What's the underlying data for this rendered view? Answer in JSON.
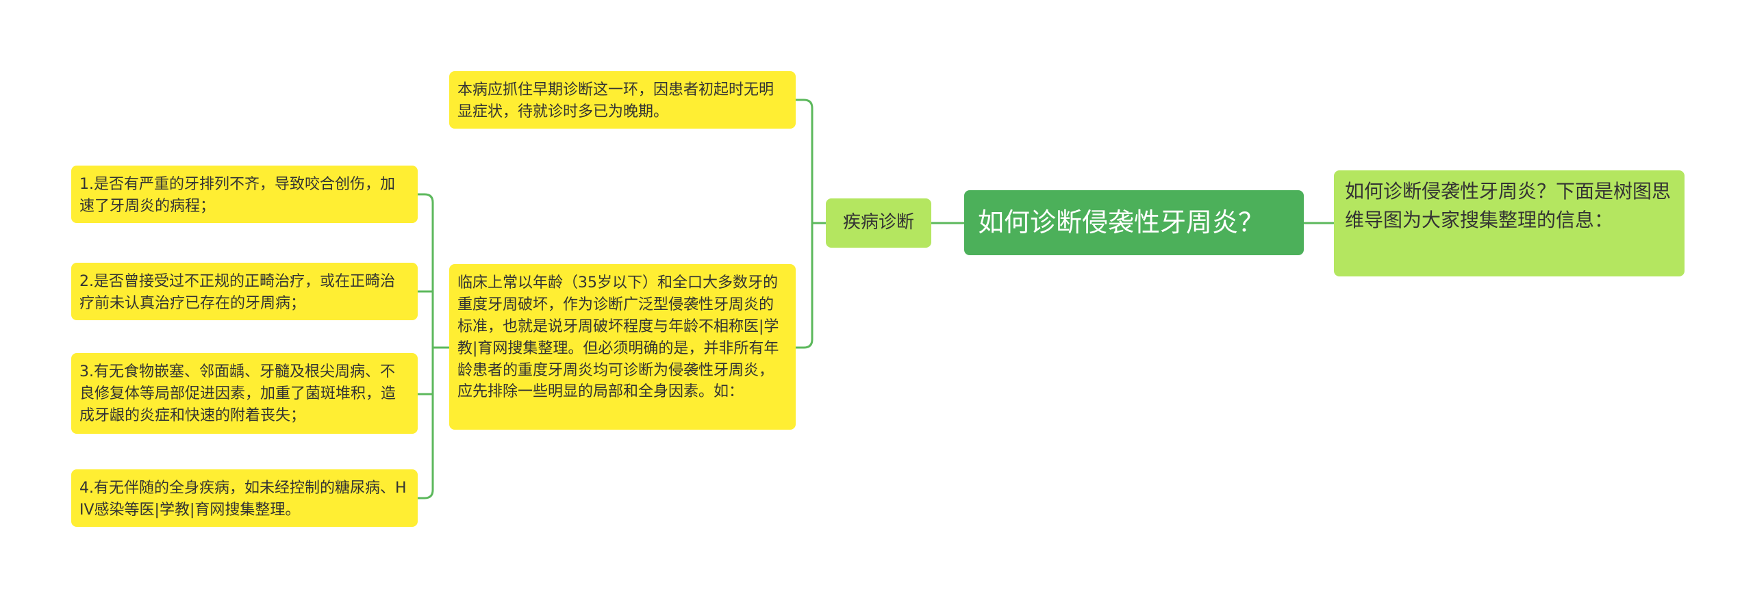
{
  "root": {
    "title": "如何诊断侵袭性牙周炎？"
  },
  "intro": {
    "text": "如何诊断侵袭性牙周炎？下面是树图思维导图为大家搜集整理的信息："
  },
  "branch": {
    "label": "疾病诊断"
  },
  "details": {
    "early": "本病应抓住早期诊断这一环，因患者初起时无明显症状，待就诊时多已为晚期。",
    "clinical": "临床上常以年龄（35岁以下）和全口大多数牙的重度牙周破坏，作为诊断广泛型侵袭性牙周炎的标准，也就是说牙周破坏程度与年龄不相称医|学教|育网搜集整理。但必须明确的是，并非所有年龄患者的重度牙周炎均可诊断为侵袭性牙周炎，应先排除一些明显的局部和全身因素。如："
  },
  "factors": [
    "1.是否有严重的牙排列不齐，导致咬合创伤，加速了牙周炎的病程；",
    "2.是否曾接受过不正规的正畸治疗，或在正畸治疗前未认真治疗已存在的牙周病；",
    "3.有无食物嵌塞、邻面龋、牙髓及根尖周病、不良修复体等局部促进因素，加重了菌斑堆积，造成牙龈的炎症和快速的附着丧失；",
    "4.有无伴随的全身疾病，如未经控制的糖尿病、HIV感染等医|学教|育网搜集整理。"
  ],
  "colors": {
    "connector": "#5cb85c",
    "leaf": "#ffee33",
    "branch": "#b4e660",
    "root": "#4cb05a",
    "text": "#333333"
  }
}
